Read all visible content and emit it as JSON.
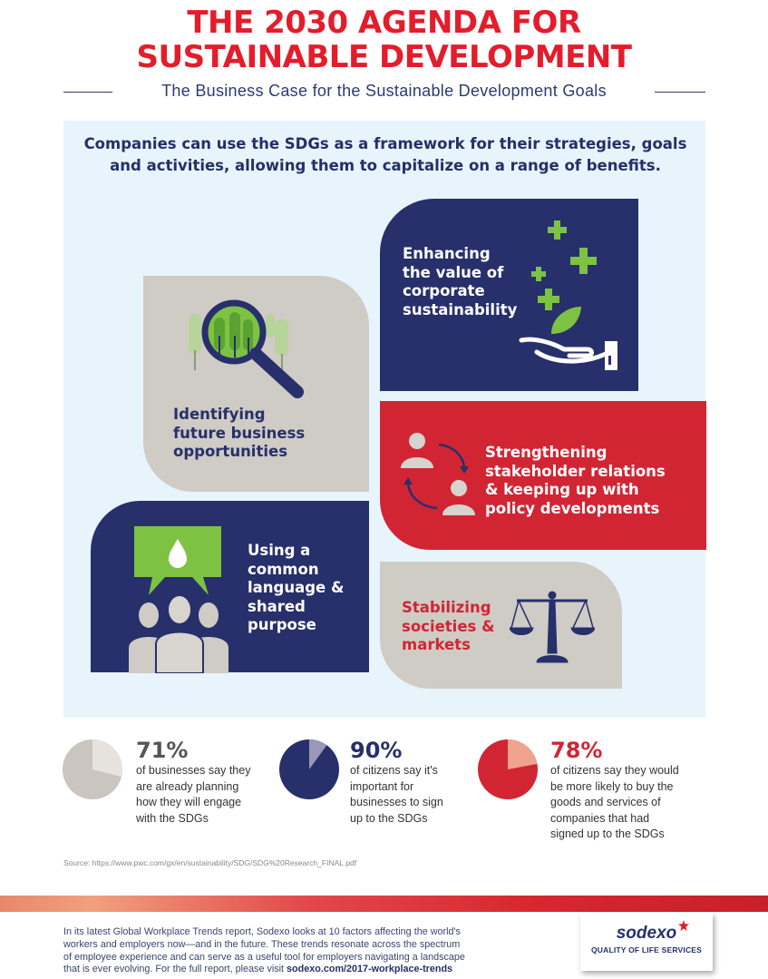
{
  "header": {
    "title_line1": "THE 2030 AGENDA FOR",
    "title_line2": "SUSTAINABLE DEVELOPMENT",
    "subtitle": "The Business Case for the Sustainable Development Goals"
  },
  "intro": {
    "line1": "Companies can use the SDGs as a framework for their strategies, goals",
    "line2": "and activities, allowing them to capitalize on a range of benefits."
  },
  "benefits": [
    {
      "lines": [
        "Enhancing",
        "the value of",
        "corporate",
        "sustainability"
      ]
    },
    {
      "lines": [
        "Identifying",
        "future business",
        "opportunities"
      ]
    },
    {
      "lines": [
        "Strengthening",
        "stakeholder relations",
        "& keeping up with",
        "policy developments"
      ]
    },
    {
      "lines": [
        "Using a",
        "common",
        "language &",
        "shared",
        "purpose"
      ]
    },
    {
      "lines": [
        "Stabilizing",
        "societies &",
        "markets"
      ]
    }
  ],
  "stats": [
    {
      "value": "71%",
      "percent": 71,
      "lines": [
        "of businesses say they",
        "are already planning",
        "how they will engage",
        "with the SDGs"
      ]
    },
    {
      "value": "90%",
      "percent": 90,
      "lines": [
        "of citizens say it's",
        "important for",
        "businesses to sign",
        "up to the SDGs"
      ]
    },
    {
      "value": "78%",
      "percent": 78,
      "lines": [
        "of citizens say they would",
        "be more likely to buy the",
        "goods and services of",
        "companies that had",
        "signed up to the SDGs"
      ]
    }
  ],
  "source": "Source: https://www.pwc.com/gx/en/sustainability/SDG/SDG%20Research_FINAL.pdf",
  "footer": {
    "line1": "In its latest Global Workplace Trends report, Sodexo looks at 10 factors affecting the world's",
    "line2": "workers and employers now—and in the future. These trends resonate across the spectrum",
    "line3": "of employee experience and can serve as a useful tool for employers navigating a landscape",
    "line4_prefix": "that is ever evolving. For the full report, please visit ",
    "link": "sodexo.com/2017-workplace-trends",
    "logo_word": "sodexo",
    "logo_tagline": "QUALITY OF LIFE SERVICES"
  },
  "colors": {
    "red": "#e31d2b",
    "navy": "#27306b",
    "grey_tile": "#cfcbc5",
    "panel_bg": "#e7f4fb",
    "green": "#7dc242",
    "pie1_base": "#cac5be",
    "pie1_slice": "#e6e3df",
    "pie2_base": "#27306b",
    "pie2_slice": "#9a97b8",
    "pie3_base": "#d22534",
    "pie3_slice": "#f0a38f"
  }
}
